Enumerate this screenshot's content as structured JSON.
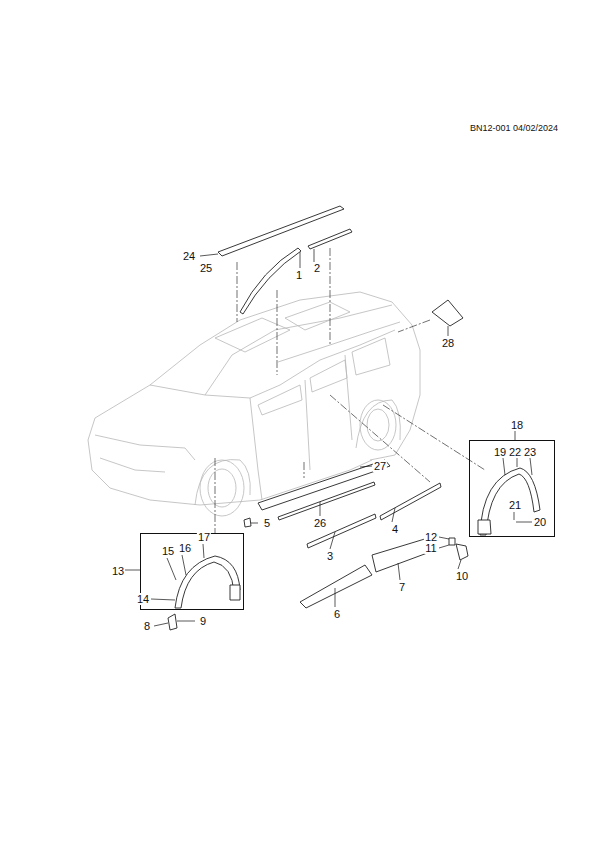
{
  "diagram": {
    "nodes": [
      {
        "text": [
          "13"
        ]
      },
      {
        "text": [
          "18"
        ]
      }
    ],
    "labels": [
      "BN12-001 04/02/2024",
      "24",
      "25",
      "1",
      "2",
      "28",
      "27",
      "5",
      "26",
      "4",
      "3",
      "12",
      "11",
      "10",
      "7",
      "6",
      "15",
      "16",
      "17",
      "14",
      "8",
      "9",
      "19",
      "22",
      "23",
      "21",
      "20"
    ]
  }
}
